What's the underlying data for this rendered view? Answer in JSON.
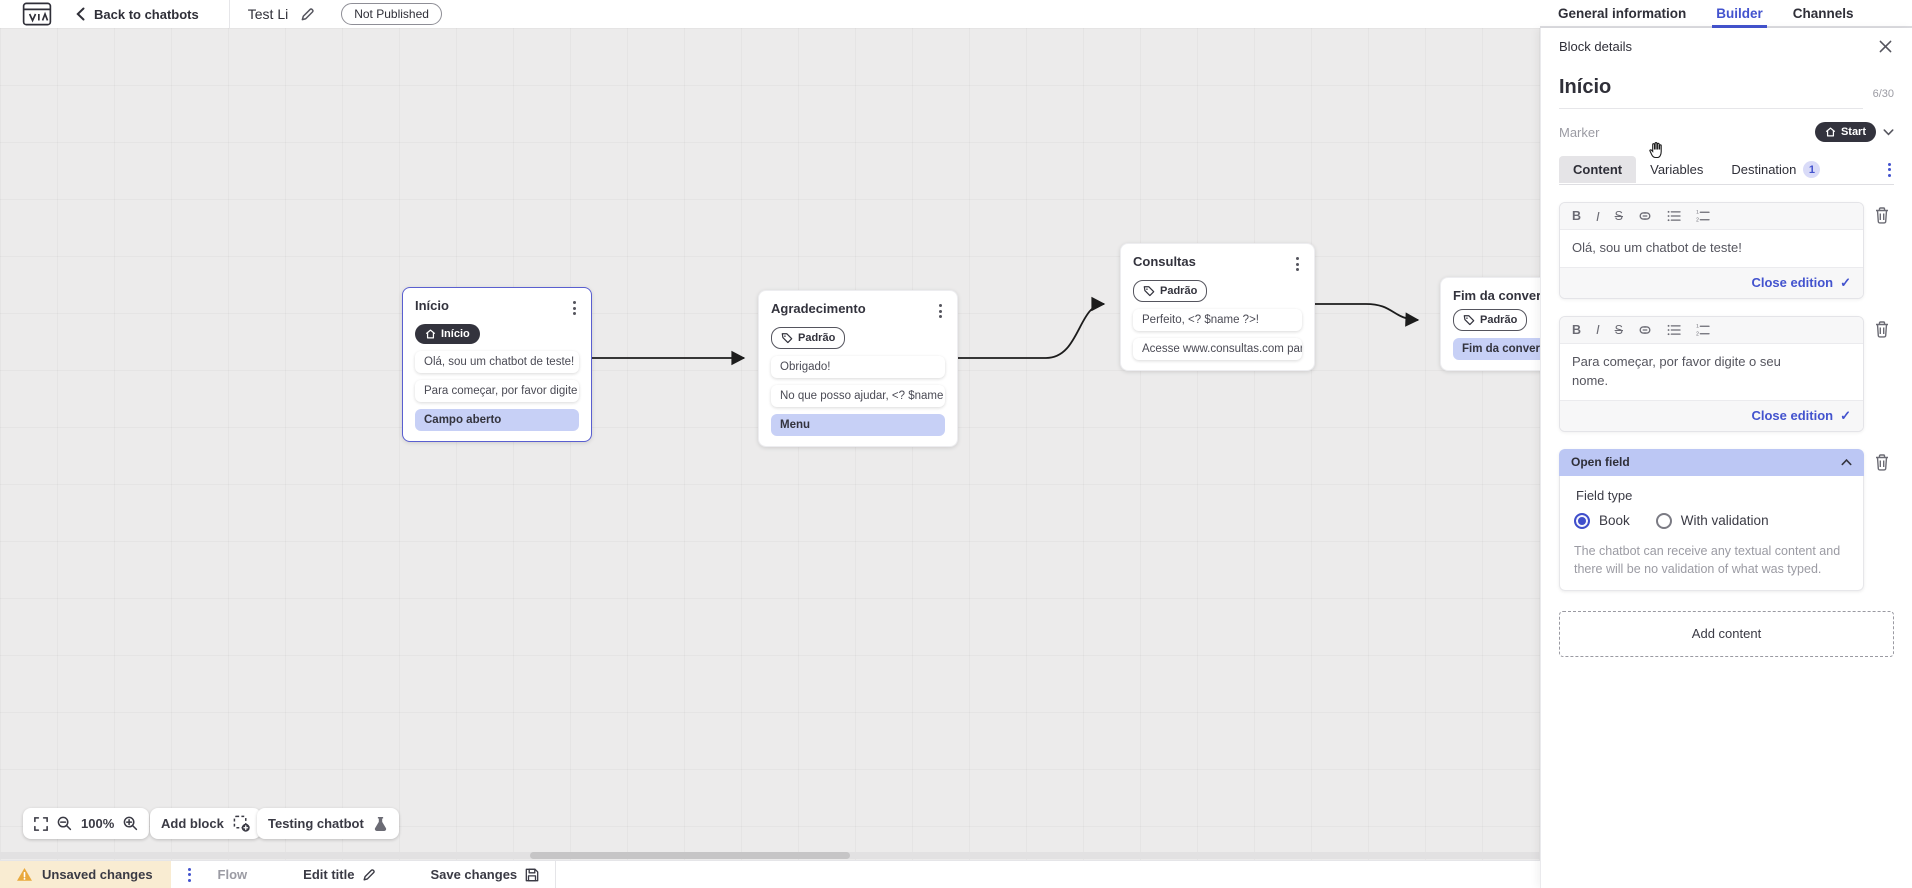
{
  "colors": {
    "accent_blue": "#4353ce",
    "periwinkle_item": "#c7d0f6",
    "open_field_header": "#bcc7f4",
    "dark_pill": "#33333d",
    "selected_node_border": "#5a5fd0",
    "warning_bg": "#f9ecd2",
    "warning_icon": "#e9a93d",
    "canvas_bg": "#ecebeb"
  },
  "icons": {
    "check": "✓",
    "bold": "B",
    "italic": "I",
    "strike": "S"
  },
  "topbar": {
    "back_label": "Back to chatbots",
    "title": "Test Li",
    "status": "Not Published",
    "tabs": [
      {
        "label": "General information"
      },
      {
        "label": "Builder"
      },
      {
        "label": "Channels"
      }
    ]
  },
  "canvas": {
    "zoom_level": "100%",
    "add_block_label": "Add block",
    "testing_label": "Testing chatbot",
    "nodes": [
      {
        "title": "Início",
        "marker": "Início",
        "items": [
          "Olá, sou um chatbot de teste!",
          "Para começar, por favor digite o ...",
          "Campo aberto"
        ]
      },
      {
        "title": "Agradecimento",
        "marker": "Padrão",
        "items": [
          "Obrigado!",
          "No que posso ajudar, <? $name ...",
          "Menu"
        ]
      },
      {
        "title": "Consultas",
        "marker": "Padrão",
        "items": [
          "Perfeito, <? $name ?>!",
          "Acesse www.consultas.com par..."
        ]
      },
      {
        "title": "Fim da conversa",
        "marker": "Padrão",
        "items": [
          "Fim da conversa"
        ]
      }
    ]
  },
  "panel": {
    "header": "Block details",
    "block_name": "Início",
    "name_counter": "6/30",
    "marker_label": "Marker",
    "marker_value": "Start",
    "tabs": [
      {
        "label": "Content"
      },
      {
        "label": "Variables"
      },
      {
        "label": "Destination",
        "badge": "1"
      }
    ],
    "editors": [
      {
        "text": "Olá, sou um chatbot de teste!",
        "action": "Close edition"
      },
      {
        "text": "Para começar, por favor digite o seu nome.",
        "action": "Close edition"
      }
    ],
    "open_field": {
      "title": "Open field",
      "field_type_label": "Field type",
      "options": [
        {
          "label": "Book",
          "selected": true
        },
        {
          "label": "With validation",
          "selected": false
        }
      ],
      "description": "The chatbot can receive any textual content and there will be no validation of what was typed."
    },
    "add_content_label": "Add content"
  },
  "bottombar": {
    "unsaved": "Unsaved changes",
    "flow": "Flow",
    "edit_title": "Edit title",
    "save": "Save changes"
  }
}
